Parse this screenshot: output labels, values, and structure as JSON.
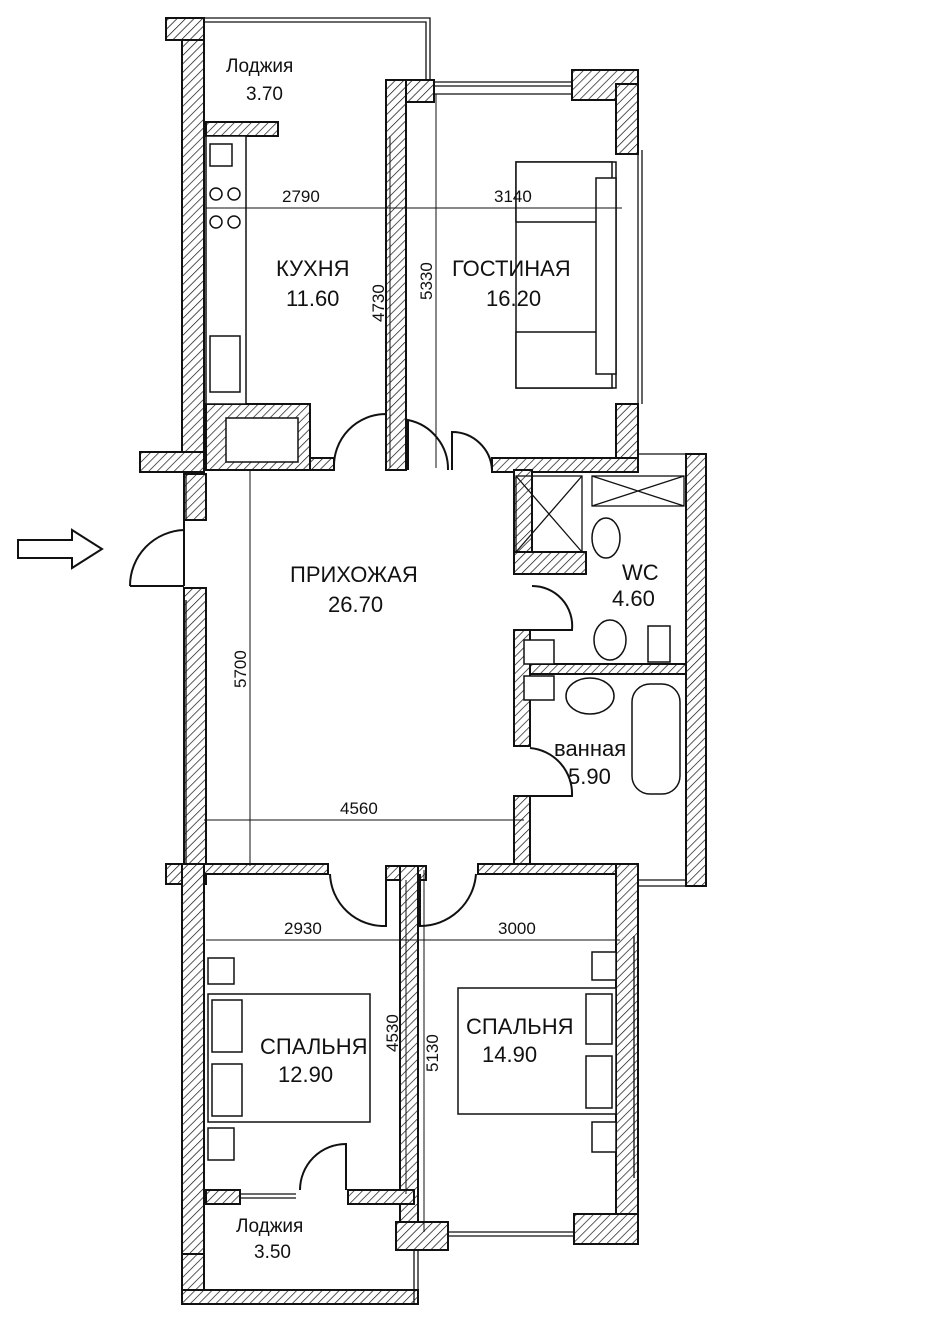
{
  "rooms": {
    "loggia_top": {
      "name": "Лоджия",
      "area": "3.70"
    },
    "kitchen": {
      "name": "КУХНЯ",
      "area": "11.60"
    },
    "living": {
      "name": "ГОСТИНАЯ",
      "area": "16.20"
    },
    "hall": {
      "name": "ПРИХОЖАЯ",
      "area": "26.70"
    },
    "wc": {
      "name": "WC",
      "area": "4.60"
    },
    "bath": {
      "name": "ванная",
      "area": "5.90"
    },
    "bedroom_left": {
      "name": "СПАЛЬНЯ",
      "area": "12.90"
    },
    "bedroom_right": {
      "name": "СПАЛЬНЯ",
      "area": "14.90"
    },
    "loggia_bottom": {
      "name": "Лоджия",
      "area": "3.50"
    }
  },
  "dimensions": {
    "kitchen_width": "2790",
    "living_width": "3140",
    "kitchen_depth": "4730",
    "living_depth": "5330",
    "hall_depth": "5700",
    "hall_width": "4560",
    "bedroom_left_width": "2930",
    "bedroom_right_width": "3000",
    "bedroom_left_depth": "4530",
    "bedroom_right_depth": "5130"
  },
  "icons": {
    "entrance": "arrow-right-icon"
  }
}
